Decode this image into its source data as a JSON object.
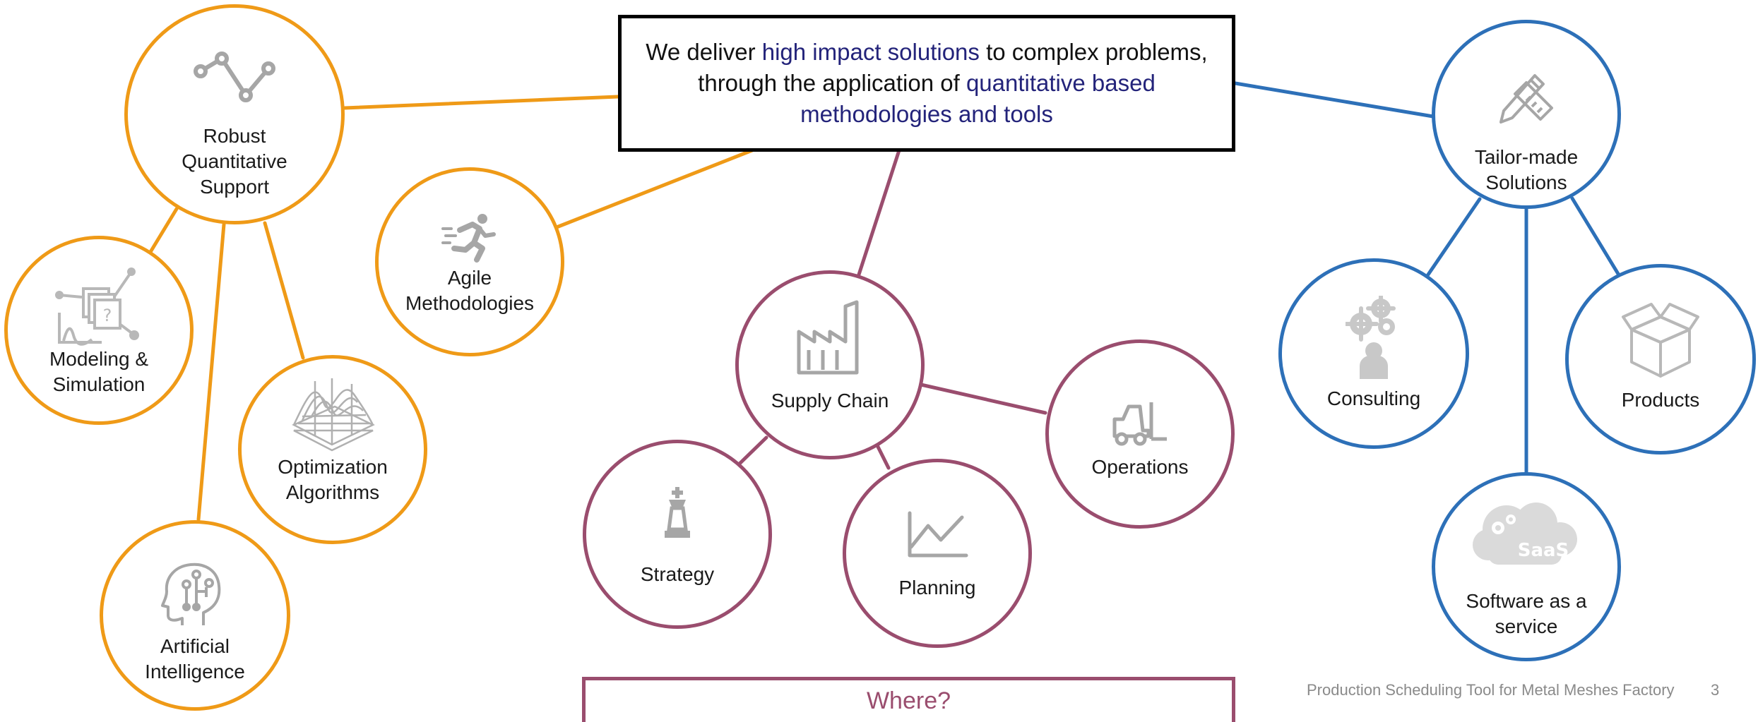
{
  "headline": {
    "part1": "We deliver ",
    "highlight1": "high impact solutions",
    "part2": " to complex problems, through the application of ",
    "highlight2": "quantitative based methodologies and tools"
  },
  "colors": {
    "orange": "#ef9a17",
    "purple": "#9a4d6e",
    "blue": "#2d70b8",
    "highlight_text": "#23237a",
    "icon_gray": "#a6a6a6"
  },
  "branches": {
    "quantitative": {
      "root": {
        "label": "Robust\nQuantitative\nSupport",
        "icon": "line-graph-icon"
      },
      "children": [
        {
          "label": "Modeling &\nSimulation",
          "icon": "simulation-icon"
        },
        {
          "label": "Optimization\nAlgorithms",
          "icon": "surface-plot-icon"
        },
        {
          "label": "Artificial\nIntelligence",
          "icon": "ai-brain-icon"
        }
      ]
    },
    "agile": {
      "root": {
        "label": "Agile\nMethodologies",
        "icon": "running-person-icon"
      }
    },
    "supply_chain": {
      "root": {
        "label": "Supply Chain",
        "icon": "factory-icon"
      },
      "children": [
        {
          "label": "Strategy",
          "icon": "chess-king-icon"
        },
        {
          "label": "Planning",
          "icon": "trend-chart-icon"
        },
        {
          "label": "Operations",
          "icon": "forklift-icon"
        }
      ]
    },
    "tailor_made": {
      "root": {
        "label": "Tailor-made\nSolutions",
        "icon": "pencil-ruler-icon"
      },
      "children": [
        {
          "label": "Consulting",
          "icon": "consultant-gears-icon"
        },
        {
          "label": "Products",
          "icon": "box-icon"
        },
        {
          "label": "Software as a\nservice",
          "icon": "saas-cloud-icon"
        }
      ]
    }
  },
  "icon_texts": {
    "simulation_question_mark": "?",
    "saas_label": "SaaS"
  },
  "where_box": {
    "label": "Where?"
  },
  "footer": {
    "title": "Production Scheduling Tool for Metal Meshes Factory",
    "page_number": "3"
  }
}
